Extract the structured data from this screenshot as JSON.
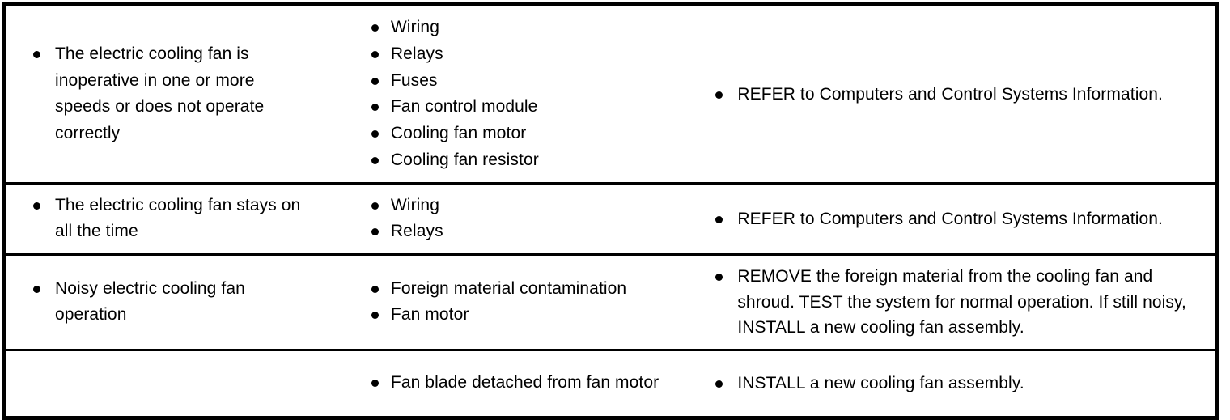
{
  "document": {
    "type": "symptom-chart-table",
    "bullet_glyph": "•",
    "text_color": "#000000",
    "background_color": "#ffffff",
    "border_color": "#000000"
  },
  "table": {
    "column_count": 3,
    "row_count": 4,
    "rows": [
      {
        "symptom": [
          "The electric cooling fan is inoperative in one or more speeds or does not operate correctly"
        ],
        "source": [
          "Wiring",
          "Relays",
          "Fuses",
          "Fan control module",
          "Cooling fan motor",
          "Cooling fan resistor"
        ],
        "action": [
          "REFER to Computers and Control Systems Information."
        ]
      },
      {
        "symptom": [
          "The electric cooling fan stays on all the time"
        ],
        "source": [
          "Wiring",
          "Relays"
        ],
        "action": [
          "REFER to Computers and Control Systems Information."
        ]
      },
      {
        "symptom": [
          "Noisy electric cooling fan operation"
        ],
        "source": [
          "Foreign material contamination",
          "Fan motor"
        ],
        "action": [
          "REMOVE the foreign material from the cooling fan and shroud. TEST the system for normal operation. If still noisy, INSTALL a new cooling fan assembly."
        ]
      },
      {
        "symptom": [],
        "source": [
          "Fan blade detached from fan motor"
        ],
        "action": [
          "INSTALL a new cooling fan assembly."
        ]
      }
    ]
  }
}
